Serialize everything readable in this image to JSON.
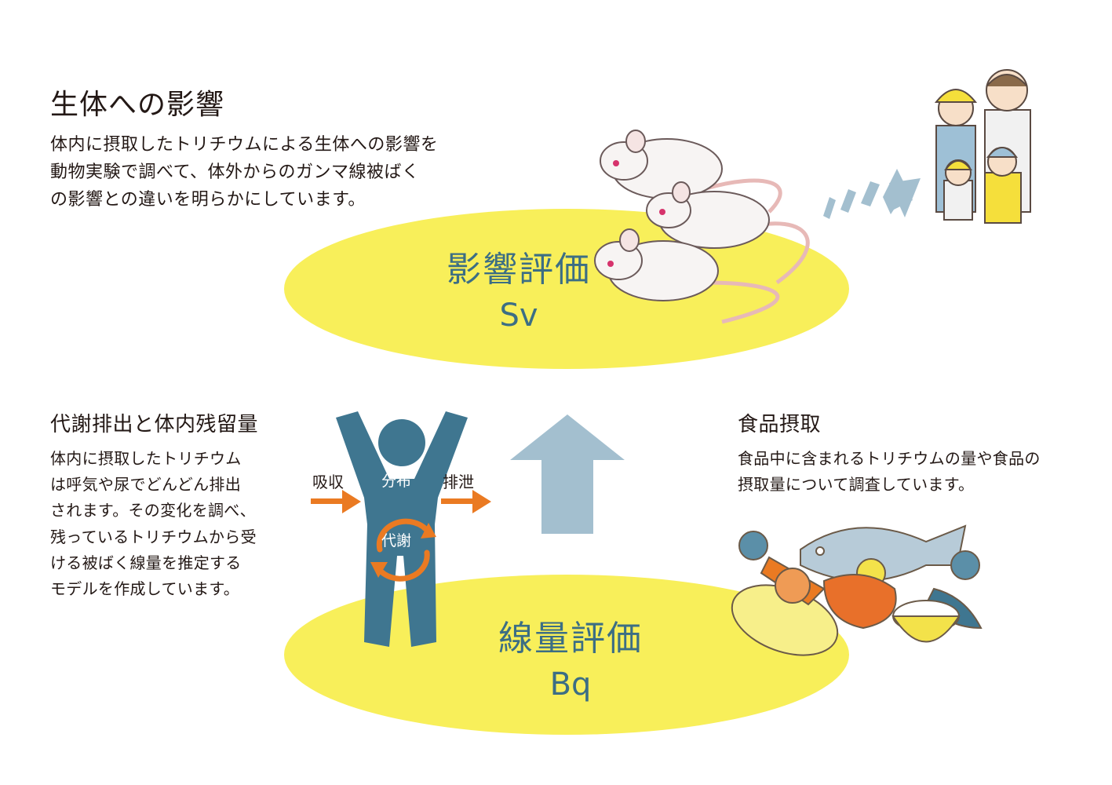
{
  "top": {
    "title": "生体への影響",
    "description_lines": [
      "体内に摂取したトリチウムによる生体への影響を",
      "動物実験で調べて、体外からのガンマ線被ばく",
      "の影響との違いを明らかにしています。"
    ]
  },
  "effect_eval": {
    "label": "影響評価",
    "unit": "Sv"
  },
  "dose_eval": {
    "label": "線量評価",
    "unit": "Bq"
  },
  "metabolism": {
    "title": "代謝排出と体内残留量",
    "lines": [
      "体内に摂取したトリチウム",
      "は呼気や尿でどんどん排出",
      "されます。その変化を調べ、",
      "残っているトリチウムから受",
      "ける被ばく線量を推定する",
      "モデルを作成しています。"
    ]
  },
  "human_figure": {
    "intake_label": "吸収",
    "distribution_label": "分布",
    "excretion_label": "排泄",
    "metabolism_label": "代謝"
  },
  "food": {
    "title": "食品摂取",
    "lines": [
      "食品中に含まれるトリチウムの量や食品の",
      "摂取量について調査しています。"
    ]
  },
  "colors": {
    "ellipse_yellow": "#f8ef5a",
    "figure_blue": "#3f7690",
    "arrow_blue": "#a3bfcf",
    "arrow_orange": "#ea7a22",
    "label_blue": "#3c6e84"
  },
  "icons": [
    "mouse-illustration",
    "family-illustration",
    "human-figure",
    "food-illustration",
    "up-arrow-icon",
    "right-arrow-icon"
  ]
}
